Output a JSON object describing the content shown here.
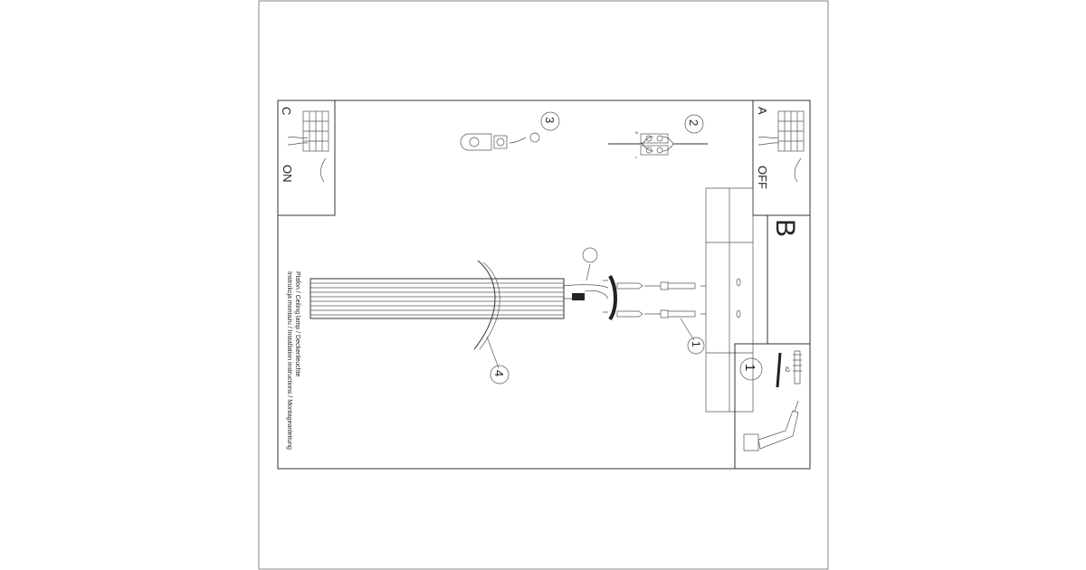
{
  "title_line1": "Instrukcja montażu / Installation instructions / Montageanleitung",
  "title_line2": "Plafon / Ceiling lamp / Deckenleuchte",
  "panels": {
    "a": {
      "letter": "A",
      "state": "OFF"
    },
    "b": {
      "letter": "B"
    },
    "c": {
      "letter": "C",
      "state": "ON"
    }
  },
  "steps": [
    "1",
    "2",
    "3",
    "4"
  ],
  "quantity_mark": "x2",
  "wire_labels": [
    "N",
    "L"
  ]
}
